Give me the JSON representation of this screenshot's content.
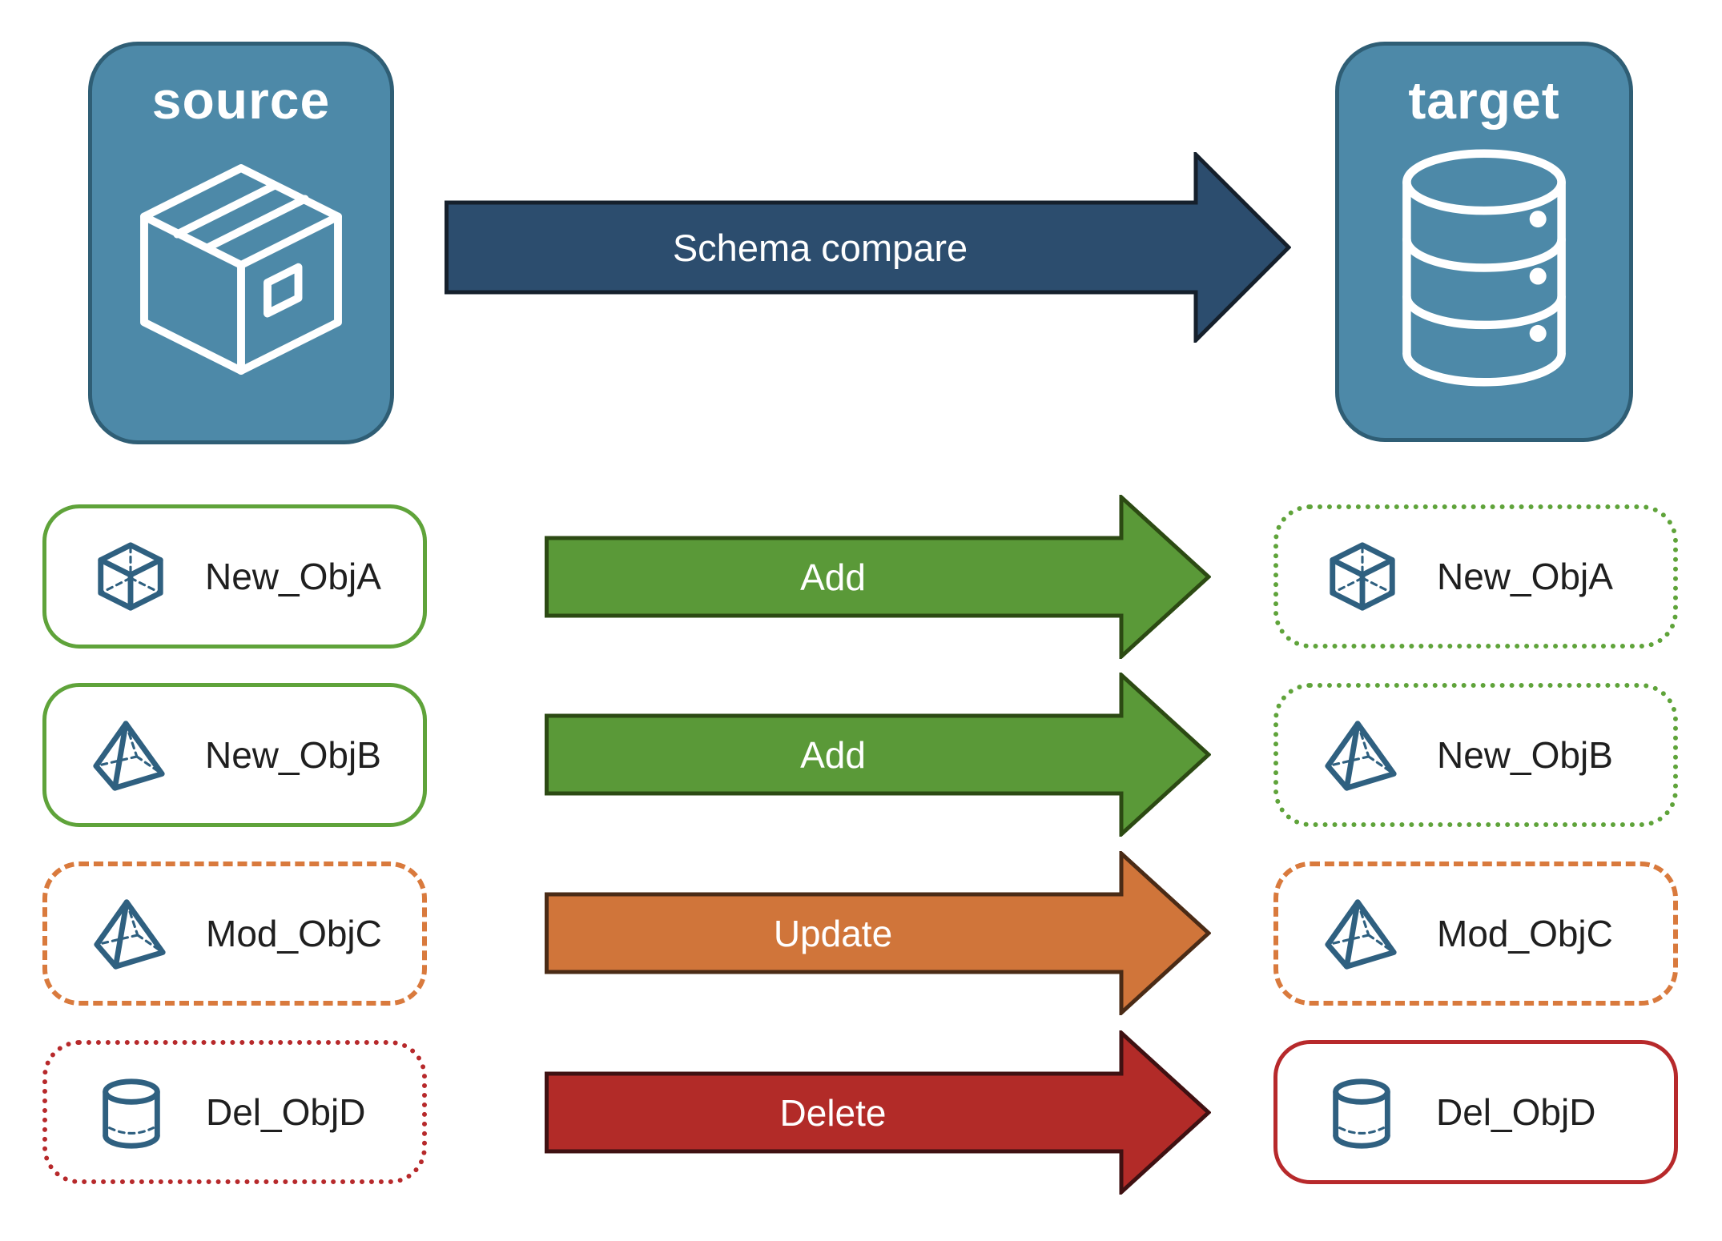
{
  "diagram": {
    "source_panel": {
      "label": "source",
      "icon": "package-box-icon"
    },
    "target_panel": {
      "label": "target",
      "icon": "database-icon"
    },
    "compare_arrow": {
      "label": "Schema compare"
    }
  },
  "rows": [
    {
      "object": "New_ObjA",
      "icon": "cube-icon",
      "action": "Add",
      "source_border": "solid-green",
      "target_border": "dotted-green",
      "arrow_color_name": "green"
    },
    {
      "object": "New_ObjB",
      "icon": "pyramid-icon",
      "action": "Add",
      "source_border": "solid-green",
      "target_border": "dotted-green",
      "arrow_color_name": "green"
    },
    {
      "object": "Mod_ObjC",
      "icon": "pyramid-icon",
      "action": "Update",
      "source_border": "dashed-orange",
      "target_border": "dashed-orange",
      "arrow_color_name": "orange"
    },
    {
      "object": "Del_ObjD",
      "icon": "cylinder-icon",
      "action": "Delete",
      "source_border": "dotted-red",
      "target_border": "solid-red",
      "arrow_color_name": "red"
    }
  ],
  "colors": {
    "background": "#ffffff",
    "panel-blue": "#4d89a8",
    "panel-border": "#2f5e75",
    "navy-fill": "#2c4d6e",
    "navy-stroke": "#15202c",
    "green-fill": "#5a9938",
    "green-stroke": "#2c4a13",
    "orange-fill": "#d0753a",
    "orange-stroke": "#4a2b16",
    "red-fill": "#b22b28",
    "red-stroke": "#3f1112",
    "green-line": "#5fa33a",
    "orange-line": "#d97a3d",
    "red-line": "#b7292b",
    "icon-blue": "#2f6080",
    "text-dark": "#1f1f1f"
  }
}
